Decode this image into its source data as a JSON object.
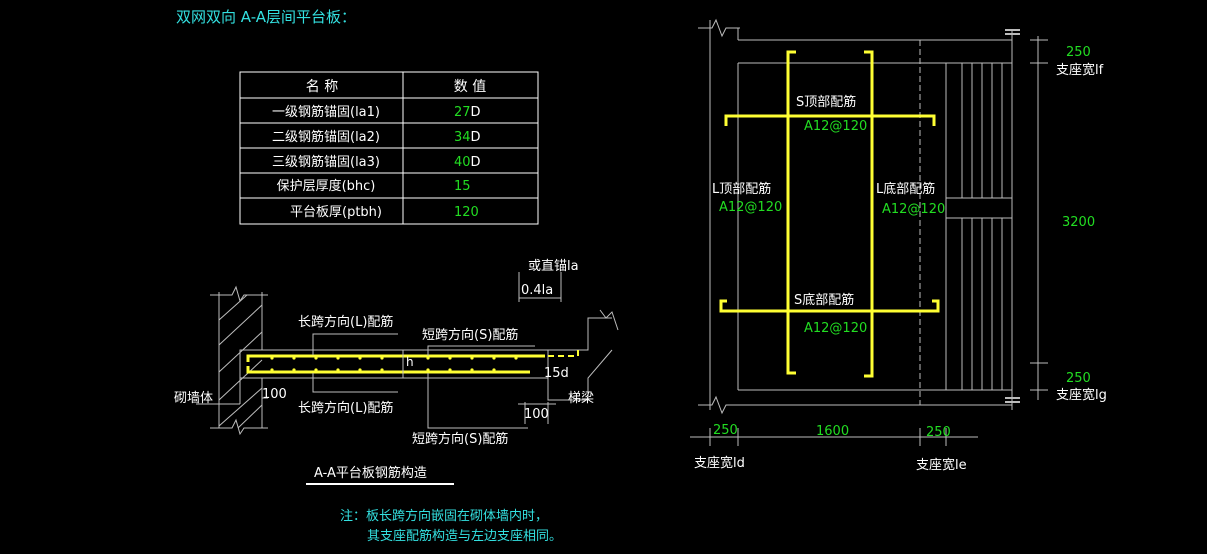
{
  "title": "双网双向 A-A层间平台板：",
  "table": {
    "headers": [
      "名  称",
      "数  值"
    ],
    "rows": [
      {
        "name": "一级钢筋锚固(la1)",
        "value": "27",
        "suffix": "D"
      },
      {
        "name": "二级钢筋锚固(la2)",
        "value": "34",
        "suffix": "D"
      },
      {
        "name": "三级钢筋锚固(la3)",
        "value": "40",
        "suffix": "D"
      },
      {
        "name": "保护层厚度(bhc)",
        "value": "15",
        "suffix": ""
      },
      {
        "name": "平台板厚(ptbh)",
        "value": "120",
        "suffix": ""
      }
    ]
  },
  "section": {
    "label_direct_anchor": "或直锚la",
    "label_04la": "0.4la",
    "label_long_top": "长跨方向(L)配筋",
    "label_short_top": "短跨方向(S)配筋",
    "label_h": "h",
    "label_15d": "15d",
    "label_wall": "砌墙体",
    "label_100_left": "100",
    "label_long_bottom": "长跨方向(L)配筋",
    "label_100_right": "100",
    "label_beam": "梯梁",
    "label_short_bottom": "短跨方向(S)配筋",
    "caption": "A-A平台板钢筋构造"
  },
  "note": {
    "line1": "注：板长跨方向嵌固在砌体墙内时，",
    "line2": "其支座配筋构造与左边支座相同。"
  },
  "plan": {
    "s_top_label": "S顶部配筋",
    "s_top_value": "A12@120",
    "l_top_label": "L顶部配筋",
    "l_top_value": "A12@120",
    "l_bottom_label": "L底部配筋",
    "l_bottom_value": "A12@120",
    "s_bottom_label": "S底部配筋",
    "s_bottom_value": "A12@120",
    "dim_top": "250",
    "dim_top_label": "支座宽lf",
    "dim_mid": "3200",
    "dim_bot": "250",
    "dim_bot_label": "支座宽lg",
    "dim_left": "250",
    "dim_center": "1600",
    "dim_right": "250",
    "dim_left_label": "支座宽ld",
    "dim_right_label": "支座宽le"
  }
}
